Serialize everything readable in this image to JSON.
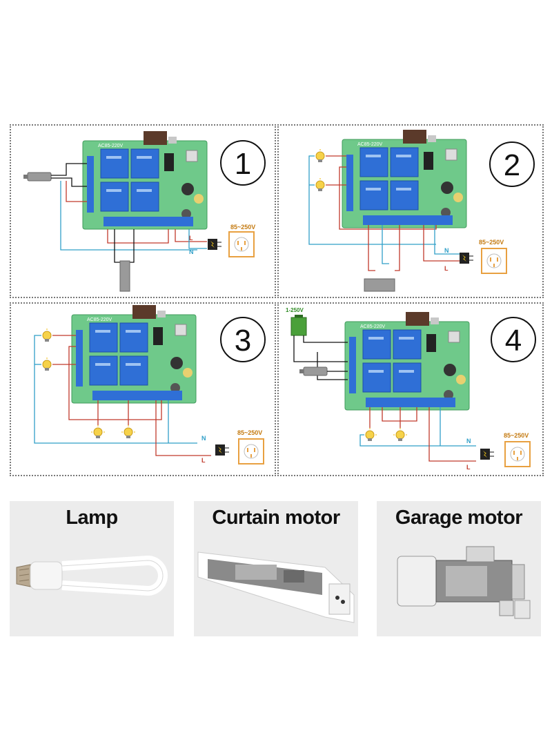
{
  "diagrams": [
    {
      "number": "1",
      "voltage_label": "85~250V",
      "wire_labels": {
        "live": "L",
        "neutral": "N"
      },
      "load": "motor",
      "board_label": "AC85-220V"
    },
    {
      "number": "2",
      "voltage_label": "85~250V",
      "wire_labels": {
        "live": "L",
        "neutral": "N"
      },
      "load": "two-lamps-and-motor",
      "board_label": "AC85-220V"
    },
    {
      "number": "3",
      "voltage_label": "85~250V",
      "wire_labels": {
        "live": "L",
        "neutral": "N"
      },
      "load": "four-lamps",
      "board_label": "AC85-220V"
    },
    {
      "number": "4",
      "voltage_label": "85~250V",
      "wire_labels": {
        "live": "L",
        "neutral": "N"
      },
      "load": "dc-motor-and-lamps",
      "board_label": "AC85-220V",
      "battery_label": "1-250V"
    }
  ],
  "categories": [
    {
      "title": "Lamp",
      "icon": "cfl-bulb-icon"
    },
    {
      "title": "Curtain motor",
      "icon": "curtain-motor-icon"
    },
    {
      "title": "Garage motor",
      "icon": "garage-motor-icon"
    }
  ],
  "colors": {
    "board": "#6fc98a",
    "relay": "#2f6fd6",
    "live_wire": "#c0392b",
    "neutral_wire": "#2f9fc8",
    "socket_frame": "#e8a040"
  }
}
